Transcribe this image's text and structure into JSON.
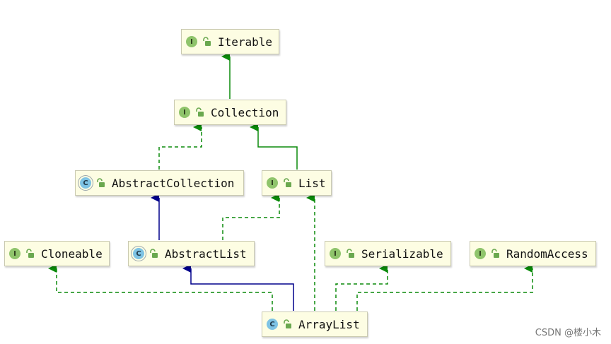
{
  "nodes": {
    "iterable": {
      "label": "Iterable",
      "kind": "interface",
      "kind_glyph": "I"
    },
    "collection": {
      "label": "Collection",
      "kind": "interface",
      "kind_glyph": "I"
    },
    "abstract_collection": {
      "label": "AbstractCollection",
      "kind": "abstract-class",
      "kind_glyph": "C"
    },
    "list": {
      "label": "List",
      "kind": "interface",
      "kind_glyph": "I"
    },
    "cloneable": {
      "label": "Cloneable",
      "kind": "interface",
      "kind_glyph": "I"
    },
    "abstract_list": {
      "label": "AbstractList",
      "kind": "abstract-class",
      "kind_glyph": "C"
    },
    "serializable": {
      "label": "Serializable",
      "kind": "interface",
      "kind_glyph": "I"
    },
    "random_access": {
      "label": "RandomAccess",
      "kind": "interface",
      "kind_glyph": "I"
    },
    "array_list": {
      "label": "ArrayList",
      "kind": "class",
      "kind_glyph": "C"
    }
  },
  "relations": [
    {
      "from": "collection",
      "to": "iterable",
      "type": "extends"
    },
    {
      "from": "abstract_collection",
      "to": "collection",
      "type": "implements"
    },
    {
      "from": "list",
      "to": "collection",
      "type": "extends"
    },
    {
      "from": "abstract_list",
      "to": "abstract_collection",
      "type": "extends-class"
    },
    {
      "from": "abstract_list",
      "to": "list",
      "type": "implements"
    },
    {
      "from": "array_list",
      "to": "abstract_list",
      "type": "extends-class"
    },
    {
      "from": "array_list",
      "to": "list",
      "type": "implements"
    },
    {
      "from": "array_list",
      "to": "cloneable",
      "type": "implements"
    },
    {
      "from": "array_list",
      "to": "serializable",
      "type": "implements"
    },
    {
      "from": "array_list",
      "to": "random_access",
      "type": "implements"
    }
  ],
  "colors": {
    "extends": "#0a8a0a",
    "implements": "#0a8a0a",
    "extends-class": "#00008b",
    "interface_badge": "#8fc46b",
    "class_badge": "#7ec3e4",
    "node_fill": "#fdfde3"
  },
  "icons": {
    "visibility": "unlocked-padlock-icon"
  },
  "watermark": "CSDN @楼小木"
}
